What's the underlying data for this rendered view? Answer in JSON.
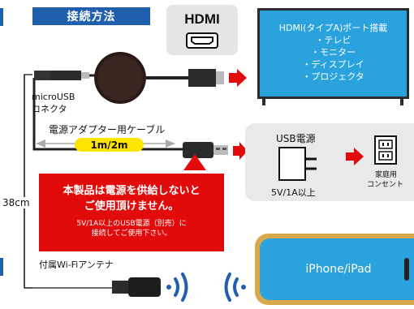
{
  "header": {
    "title": "接続方法"
  },
  "hdmi": {
    "label": "HDMI"
  },
  "tv": {
    "title": "HDMI(タイプA)ポート搭載",
    "items": [
      "・テレビ",
      "・モニター",
      "・ディスプレイ",
      "・プロジェクタ"
    ]
  },
  "connectors": {
    "micro_usb_line1": "microUSB",
    "micro_usb_line2": "コネクタ",
    "cable_label": "電源アダプター用ケーブル",
    "cable_length": "1m/2m",
    "length_38": "38cm",
    "antenna": "付属Wi-Fiアンテナ"
  },
  "power": {
    "usb_label": "USB電源",
    "spec": "5V/1A以上",
    "outlet_line1": "家庭用",
    "outlet_line2": "コンセント"
  },
  "notice": {
    "line1": "本製品は電源を供給しないと",
    "line2": "ご使用頂けません。",
    "sub1": "5V/1A以上のUSB電源（別売）に",
    "sub2": "接続してご使用下さい。"
  },
  "phone": {
    "label": "iPhone/iPad"
  },
  "colors": {
    "blue": "#1f5fae",
    "screen": "#2aa2dd",
    "red": "#e10b0b",
    "yellow": "#ffe400",
    "gold": "#d8a94a"
  }
}
